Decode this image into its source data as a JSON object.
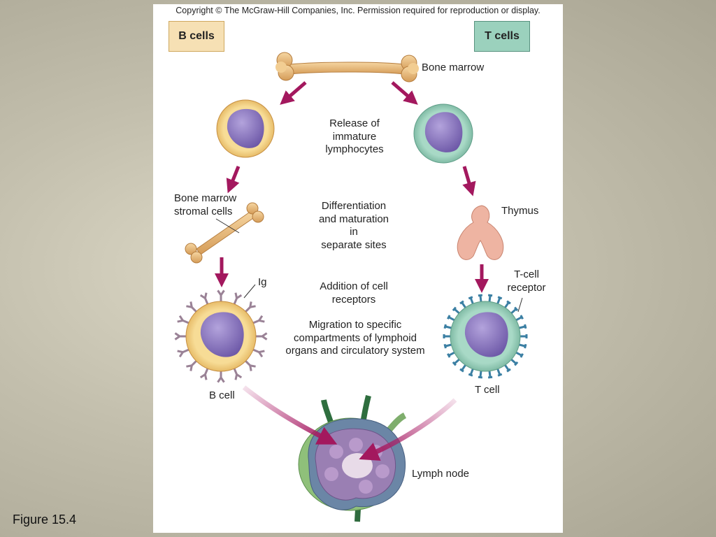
{
  "copyright": "Copyright © The McGraw-Hill Companies, Inc. Permission required for reproduction or display.",
  "headers": {
    "b_cells": "B cells",
    "t_cells": "T cells"
  },
  "labels": {
    "bone_marrow": "Bone marrow",
    "release_1": "Release of",
    "release_2": "immature",
    "release_3": "lymphocytes",
    "stromal_1": "Bone marrow",
    "stromal_2": "stromal cells",
    "diff_1": "Differentiation",
    "diff_2": "and maturation",
    "diff_3": "in",
    "diff_4": "separate sites",
    "thymus": "Thymus",
    "ig": "Ig",
    "tcr_1": "T-cell",
    "tcr_2": "receptor",
    "addition_1": "Addition of cell",
    "addition_2": "receptors",
    "migration_1": "Migration to specific",
    "migration_2": "compartments of lymphoid",
    "migration_3": "organs and circulatory system",
    "b_cell": "B cell",
    "t_cell": "T cell",
    "lymph_node": "Lymph node"
  },
  "figure_caption": "Figure 15.4",
  "colors": {
    "background": "#c3bfad",
    "arrow": "#a3185e",
    "bone": "#e9bd7e",
    "b_header": "#f6e0b4",
    "t_header": "#9bd1bd",
    "b_cell_body": "#f2cf7f",
    "t_cell_body": "#8fcbb7",
    "nucleus": "#8a76c0",
    "receptor_ig": "#9a8296",
    "receptor_tcr": "#3b7fa3",
    "thymus": "#eeb4a2",
    "lymph_node": "#9a7fb3"
  }
}
